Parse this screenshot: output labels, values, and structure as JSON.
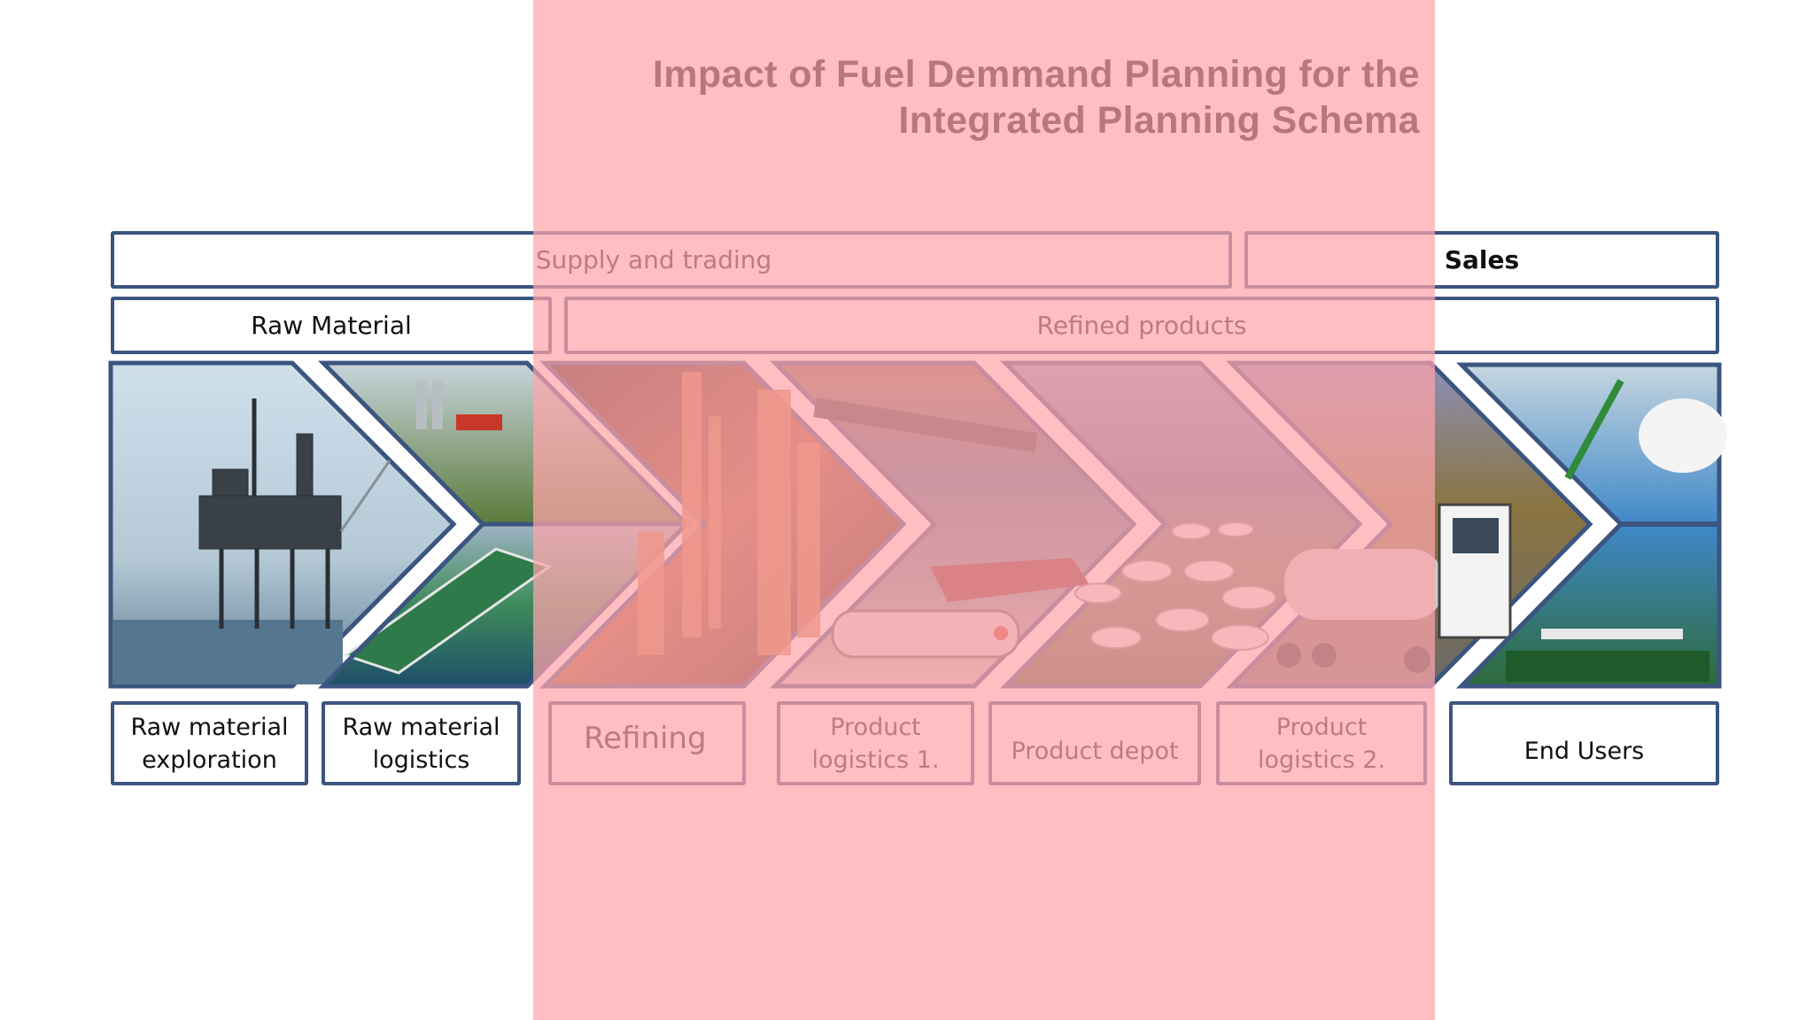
{
  "title": {
    "line1": "Impact of Fuel Demmand Planning for the",
    "line2": "Integrated Planning Schema"
  },
  "top_bands": {
    "supply": "Supply and trading",
    "sales": "Sales"
  },
  "mid_bands": {
    "raw": "Raw  Material",
    "refined": "Refined products"
  },
  "stages": [
    {
      "line1": "Raw material",
      "line2": "exploration"
    },
    {
      "line1": "Raw material",
      "line2": "logistics"
    },
    {
      "line1": "Refining",
      "line2": ""
    },
    {
      "line1": "Product",
      "line2": "logistics 1."
    },
    {
      "line1": "Product  depot",
      "line2": ""
    },
    {
      "line1": "Product",
      "line2": "logistics  2."
    },
    {
      "line1": "End Users",
      "line2": ""
    }
  ],
  "colors": {
    "border": "#3b5580",
    "highlight": "#ffa5aa"
  }
}
